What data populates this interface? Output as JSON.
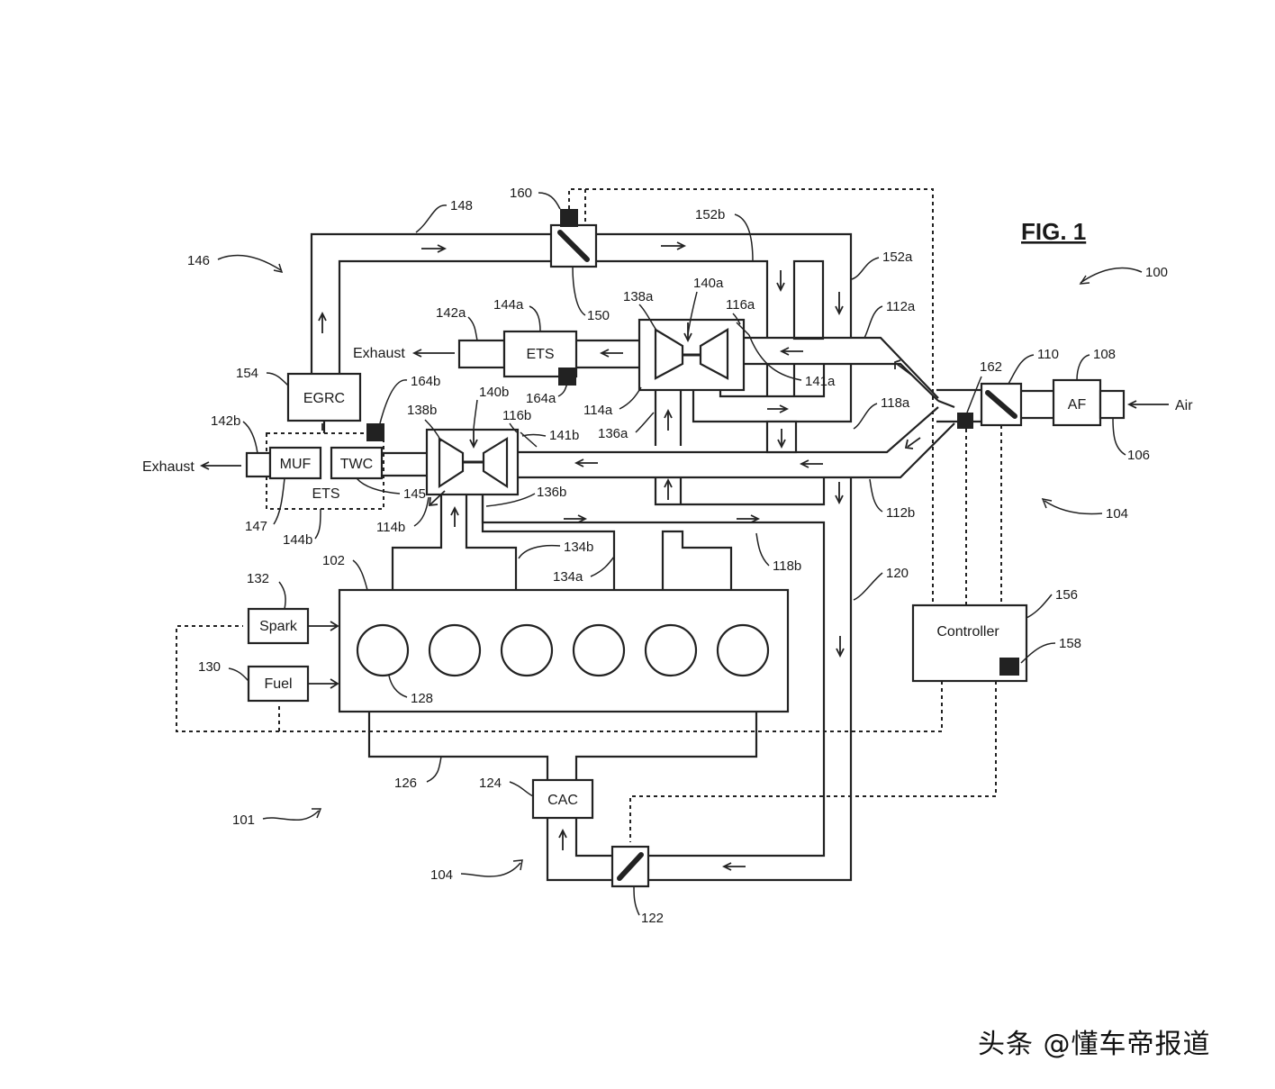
{
  "figure": {
    "title": "FIG. 1"
  },
  "components": {
    "egrc": "EGRC",
    "ets_a": "ETS",
    "ets_b": "ETS",
    "muf": "MUF",
    "twc": "TWC",
    "af": "AF",
    "cac": "CAC",
    "controller": "Controller",
    "spark": "Spark",
    "fuel": "Fuel"
  },
  "flow_labels": {
    "exhaust_a": "Exhaust",
    "exhaust_b": "Exhaust",
    "air": "Air"
  },
  "refs": {
    "r100": "100",
    "r101": "101",
    "r102": "102",
    "r104a": "104",
    "r104b": "104",
    "r106": "106",
    "r108": "108",
    "r110": "110",
    "r112a": "112a",
    "r112b": "112b",
    "r114a": "114a",
    "r114b": "114b",
    "r116a": "116a",
    "r116b": "116b",
    "r118a": "118a",
    "r118b": "118b",
    "r120": "120",
    "r122": "122",
    "r124": "124",
    "r126": "126",
    "r128": "128",
    "r130": "130",
    "r132": "132",
    "r134a": "134a",
    "r134b": "134b",
    "r136a": "136a",
    "r136b": "136b",
    "r138a": "138a",
    "r138b": "138b",
    "r140a": "140a",
    "r140b": "140b",
    "r141a": "141a",
    "r141b": "141b",
    "r142a": "142a",
    "r142b": "142b",
    "r144a": "144a",
    "r144b": "144b",
    "r145": "145",
    "r146": "146",
    "r147": "147",
    "r148": "148",
    "r150": "150",
    "r152a": "152a",
    "r152b": "152b",
    "r154": "154",
    "r156": "156",
    "r158": "158",
    "r160": "160",
    "r162": "162",
    "r164a": "164a",
    "r164b": "164b"
  },
  "watermark": "头条 @懂车帝报道"
}
